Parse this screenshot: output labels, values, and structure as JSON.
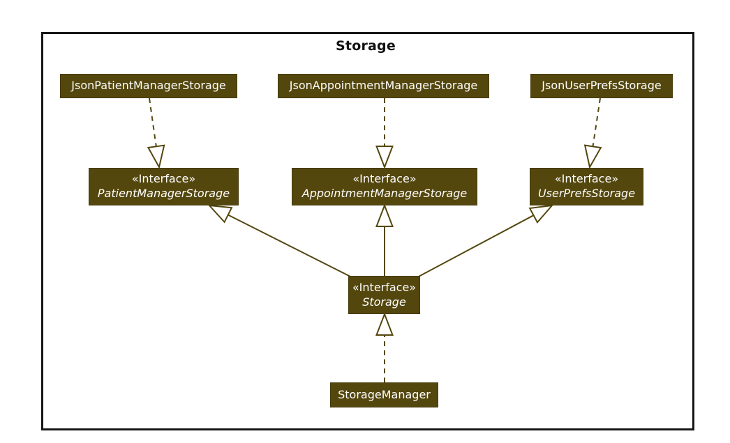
{
  "diagram": {
    "title": "Storage",
    "type": "uml-class-diagram",
    "colors": {
      "node_fill": "#54470E",
      "node_text": "#FEFEFE",
      "edge": "#54470E",
      "frame_border": "#161616",
      "background": "#FFFFFF",
      "title_text": "#111111"
    }
  },
  "nodes": {
    "json_patient_manager_storage": {
      "kind": "class",
      "label": "JsonPatientManagerStorage"
    },
    "json_appointment_manager_storage": {
      "kind": "class",
      "label": "JsonAppointmentManagerStorage"
    },
    "json_user_prefs_storage": {
      "kind": "class",
      "label": "JsonUserPrefsStorage"
    },
    "patient_manager_storage": {
      "kind": "interface",
      "stereotype": "«Interface»",
      "label": "PatientManagerStorage"
    },
    "appointment_manager_storage": {
      "kind": "interface",
      "stereotype": "«Interface»",
      "label": "AppointmentManagerStorage"
    },
    "user_prefs_storage": {
      "kind": "interface",
      "stereotype": "«Interface»",
      "label": "UserPrefsStorage"
    },
    "storage": {
      "kind": "interface",
      "stereotype": "«Interface»",
      "label": "Storage"
    },
    "storage_manager": {
      "kind": "class",
      "label": "StorageManager"
    }
  },
  "edges": [
    {
      "id": "json_patient_realization",
      "from": "JsonPatientManagerStorage",
      "to": "PatientManagerStorage",
      "relation": "realization",
      "line": "dashed",
      "head": "hollow-triangle"
    },
    {
      "id": "json_appointment_realization",
      "from": "JsonAppointmentManagerStorage",
      "to": "AppointmentManagerStorage",
      "relation": "realization",
      "line": "dashed",
      "head": "hollow-triangle"
    },
    {
      "id": "json_user_prefs_realization",
      "from": "JsonUserPrefsStorage",
      "to": "UserPrefsStorage",
      "relation": "realization",
      "line": "dashed",
      "head": "hollow-triangle"
    },
    {
      "id": "storage_extends_patient",
      "from": "Storage",
      "to": "PatientManagerStorage",
      "relation": "generalization",
      "line": "solid",
      "head": "hollow-triangle"
    },
    {
      "id": "storage_extends_appointment",
      "from": "Storage",
      "to": "AppointmentManagerStorage",
      "relation": "generalization",
      "line": "solid",
      "head": "hollow-triangle"
    },
    {
      "id": "storage_extends_user_prefs",
      "from": "Storage",
      "to": "UserPrefsStorage",
      "relation": "generalization",
      "line": "solid",
      "head": "hollow-triangle"
    },
    {
      "id": "storage_manager_realization",
      "from": "StorageManager",
      "to": "Storage",
      "relation": "realization",
      "line": "dashed",
      "head": "hollow-triangle"
    }
  ]
}
